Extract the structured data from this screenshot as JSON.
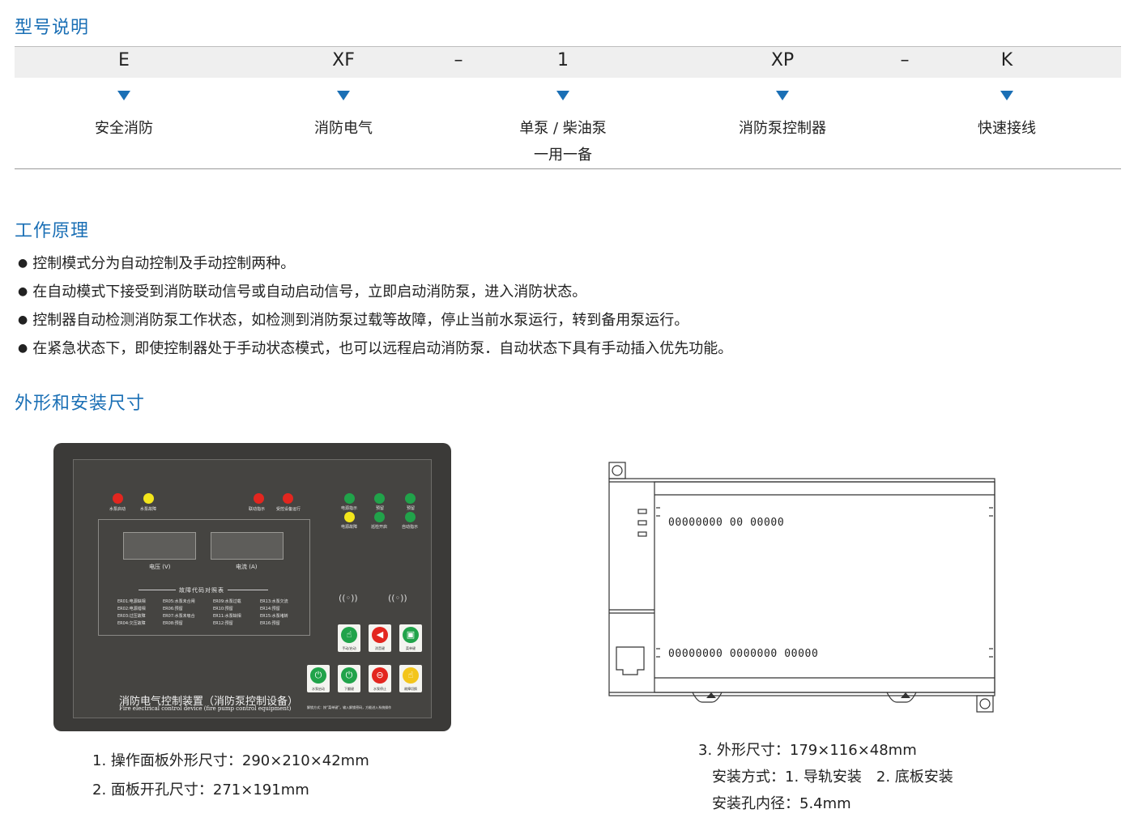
{
  "sections": {
    "model": "型号说明",
    "principle": "工作原理",
    "dimensions": "外形和安装尺寸"
  },
  "model_codes": [
    "E",
    "XF",
    "–",
    "1",
    "XP",
    "–",
    "K"
  ],
  "model_desc": {
    "e": "安全消防",
    "xf": "消防电气",
    "one_line1": "单泵 / 柴油泵",
    "one_line2": "一用一备",
    "xp": "消防泵控制器",
    "k": "快速接线"
  },
  "principle_items": [
    "控制模式分为自动控制及手动控制两种。",
    "在自动模式下接受到消防联动信号或自动启动信号，立即启动消防泵，进入消防状态。",
    "控制器自动检测消防泵工作状态，如检测到消防泵过载等故障，停止当前水泵运行，转到备用泵运行。",
    "在紧急状态下，即使控制器处于手动状态模式，也可以远程启动消防泵．自动状态下具有手动插入优先功能。"
  ],
  "panel": {
    "leds_left": [
      "水泵启动",
      "水泵故障"
    ],
    "leds_mid": [
      "联动指示",
      "受控设备运行"
    ],
    "leds_right_top": [
      "电源指示",
      "预留",
      "预留"
    ],
    "leds_right_bottom": [
      "电源故障",
      "巡检开启",
      "自动指示"
    ],
    "voltage_label": "电压 (V)",
    "current_label": "电流 (A)",
    "fault_title": "故障代码对照表",
    "fault_codes": [
      [
        "ER01:电源缺相",
        "ER05:水泵未合闸",
        "ER09:水泵过载",
        "ER13:水泵欠流"
      ],
      [
        "ER02:电源错相",
        "ER06:预留",
        "ER10:预留",
        "ER14:预留"
      ],
      [
        "ER03:过压故障",
        "ER07:水泵未吸合",
        "ER11:水泵缺相",
        "ER15:水泵堵转"
      ],
      [
        "ER04:欠压故障",
        "ER08:预留",
        "ER12:预留",
        "ER16:预留"
      ]
    ],
    "buttons_row1": [
      "手动/启动",
      "消音键",
      "菜单键"
    ],
    "buttons_row2": [
      "水泵启动",
      "下翻键",
      "水泵停止",
      "故障切换"
    ],
    "title": "消防电气控制装置（消防泵控制设备）",
    "subtitle": "Fire electrical control device (fire pump control equipment)",
    "footer": "解锁方式：按“菜单键”，输入解锁密码，方能进入系统操作"
  },
  "module": {
    "top_row": "00000000 00 00000",
    "bottom_row": "00000000 0000000 00000"
  },
  "specs_left": [
    "1. 操作面板外形尺寸：290×210×42mm",
    "2. 面板开孔尺寸：271×191mm"
  ],
  "specs_right": [
    "3. 外形尺寸：179×116×48mm",
    "安装方式：1. 导轨安装　2. 底板安装",
    "安装孔内径：5.4mm"
  ],
  "colors": {
    "accent": "#1a6fb5",
    "led_red": "#e3261f",
    "led_yellow": "#f3e61b",
    "led_green": "#21a34a"
  }
}
